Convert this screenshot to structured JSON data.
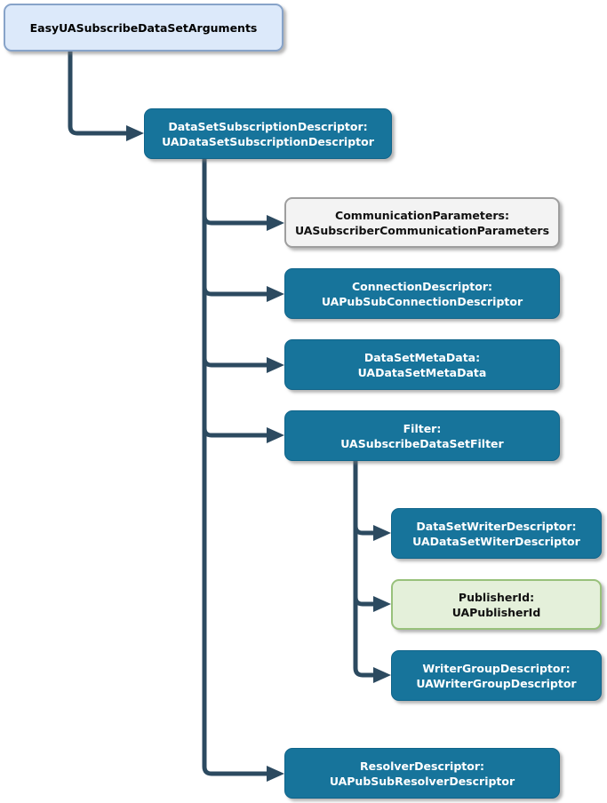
{
  "diagram": {
    "kind": "object-structure-tree",
    "background": "#ffffff",
    "palette": {
      "primary_fill": "#17749b",
      "primary_text": "#ffffff",
      "root_fill": "#dce9fa",
      "root_border": "#87a3c9",
      "neutral_fill": "#f3f3f3",
      "neutral_border": "#9e9e9e",
      "green_fill": "#e4f0da",
      "green_border": "#98c17b",
      "connector": "#2c4a60"
    },
    "nodes": [
      {
        "id": "root",
        "style": "root",
        "line1": "EasyUASubscribeDataSetArguments",
        "line2": ""
      },
      {
        "id": "subscription",
        "style": "primary",
        "line1": "DataSetSubscriptionDescriptor:",
        "line2": "UADataSetSubscriptionDescriptor"
      },
      {
        "id": "communication",
        "style": "neutral",
        "line1": "CommunicationParameters:",
        "line2": "UASubscriberCommunicationParameters"
      },
      {
        "id": "connection",
        "style": "primary",
        "line1": "ConnectionDescriptor:",
        "line2": "UAPubSubConnectionDescriptor"
      },
      {
        "id": "metadata",
        "style": "primary",
        "line1": "DataSetMetaData:",
        "line2": "UADataSetMetaData"
      },
      {
        "id": "filter",
        "style": "primary",
        "line1": "Filter:",
        "line2": "UASubscribeDataSetFilter"
      },
      {
        "id": "writerdesc",
        "style": "primary",
        "line1": "DataSetWriterDescriptor:",
        "line2": "UADataSetWiterDescriptor"
      },
      {
        "id": "publisherid",
        "style": "green",
        "line1": "PublisherId:",
        "line2": "UAPublisherId"
      },
      {
        "id": "writergroup",
        "style": "primary",
        "line1": "WriterGroupDescriptor:",
        "line2": "UAWriterGroupDescriptor"
      },
      {
        "id": "resolver",
        "style": "primary",
        "line1": "ResolverDescriptor:",
        "line2": "UAPubSubResolverDescriptor"
      }
    ],
    "edges": [
      {
        "from": "root",
        "to": "subscription"
      },
      {
        "from": "subscription",
        "to": "communication"
      },
      {
        "from": "subscription",
        "to": "connection"
      },
      {
        "from": "subscription",
        "to": "metadata"
      },
      {
        "from": "subscription",
        "to": "filter"
      },
      {
        "from": "filter",
        "to": "writerdesc"
      },
      {
        "from": "filter",
        "to": "publisherid"
      },
      {
        "from": "filter",
        "to": "writergroup"
      },
      {
        "from": "subscription",
        "to": "resolver"
      }
    ]
  }
}
